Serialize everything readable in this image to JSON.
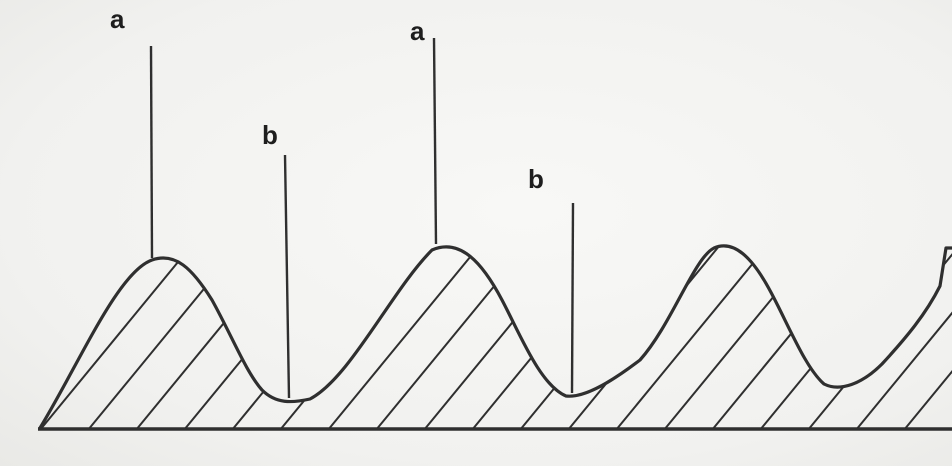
{
  "figure": {
    "labels": [
      "a",
      "b",
      "a",
      "b"
    ],
    "colors": {
      "ink": "#2f2f2f",
      "paper": "#f3f3f1"
    }
  }
}
